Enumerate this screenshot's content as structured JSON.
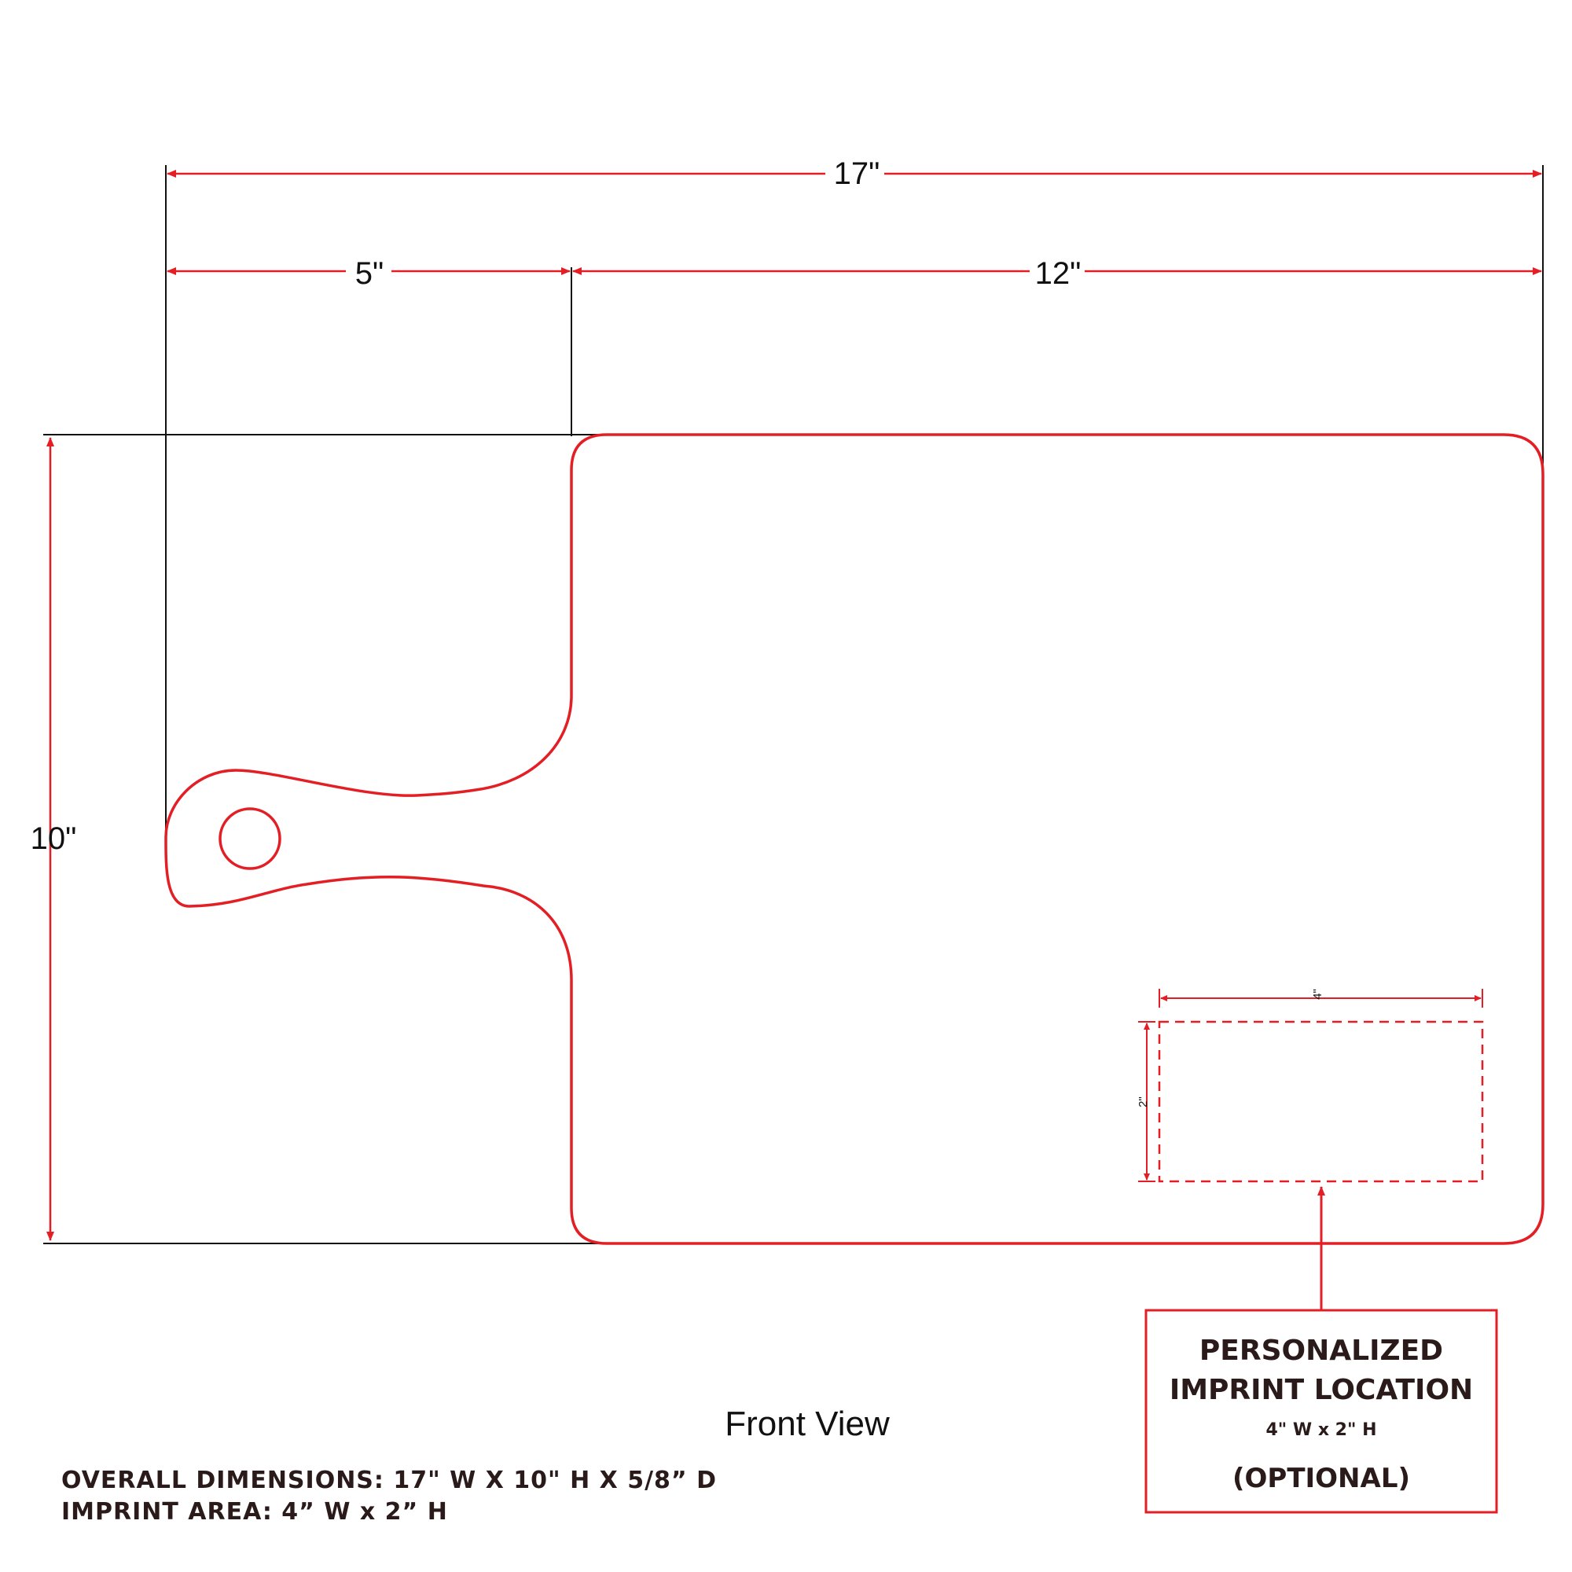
{
  "dimensions": {
    "overall_width": "17\"",
    "handle_width": "5\"",
    "board_width": "12\"",
    "height": "10\"",
    "imprint_width": "4\"",
    "imprint_height": "2\""
  },
  "view_label": "Front View",
  "specs": {
    "overall": "OVERALL DIMENSIONS: 17\" W X 10\" H X 5/8” D",
    "imprint": "IMPRINT AREA: 4” W x 2” H"
  },
  "callout": {
    "line1": "PERSONALIZED",
    "line2": "IMPRINT LOCATION",
    "size": "4\" W x 2\" H",
    "optional": "(OPTIONAL)"
  },
  "colors": {
    "outline": "#e31e24",
    "extension_lines": "#111111",
    "text": "#2a1a1a"
  }
}
